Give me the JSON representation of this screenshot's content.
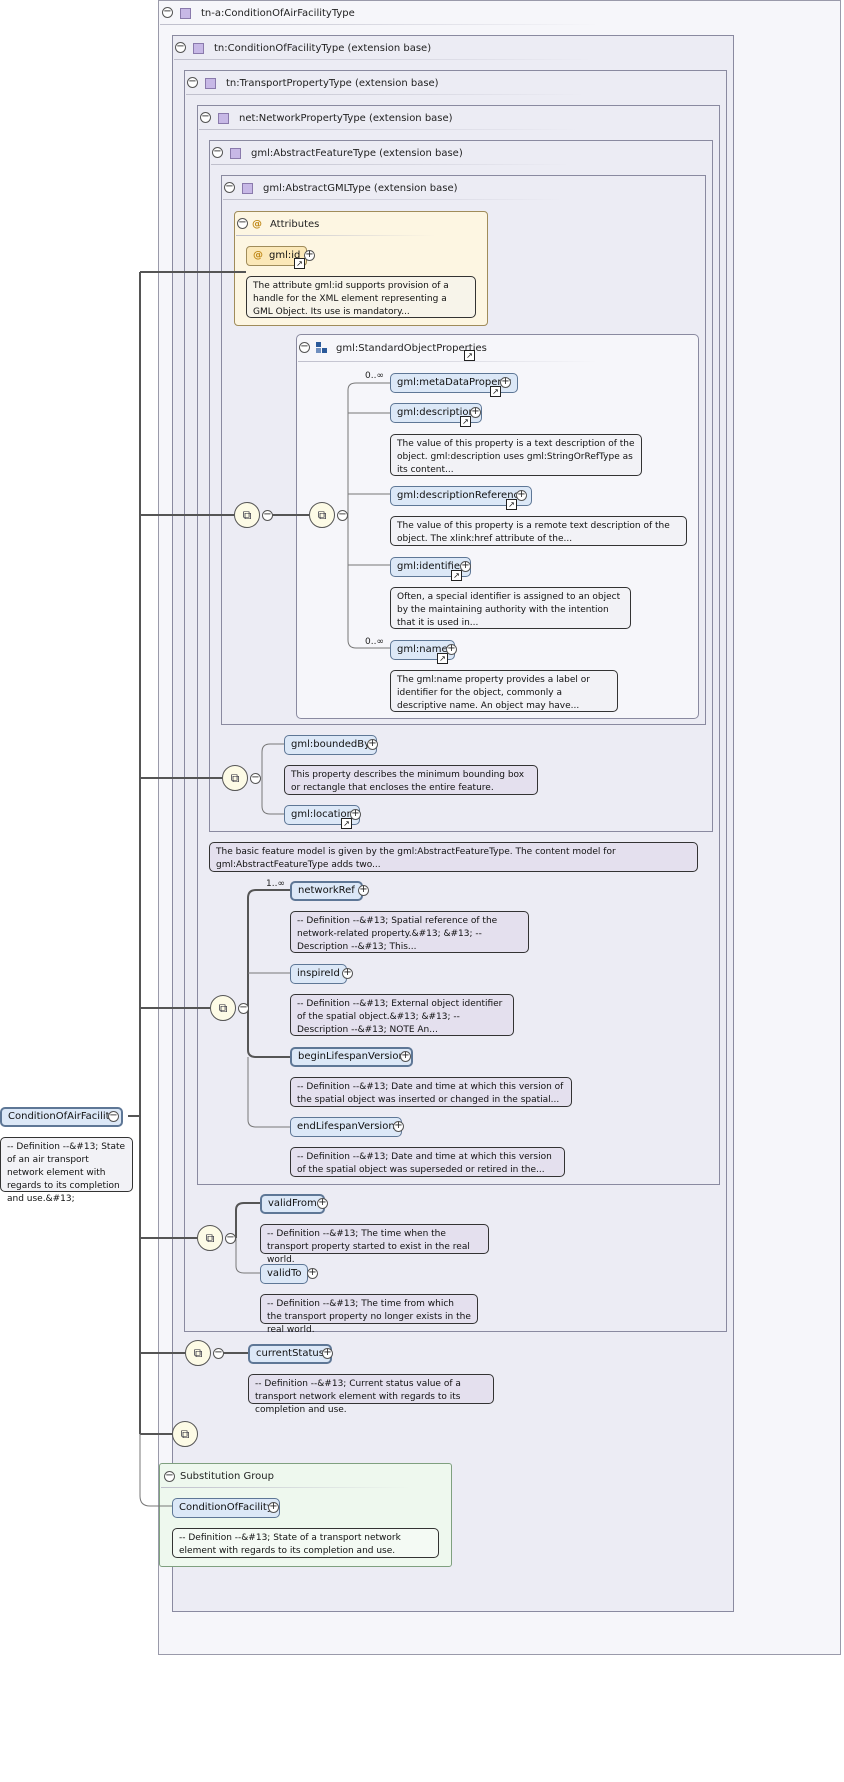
{
  "root": {
    "name": "ConditionOfAirFacility",
    "annotation": "-- Definition --&#13; State of an air transport network element with regards to its completion and use.&#13;"
  },
  "types": {
    "t1": "tn-a:ConditionOfAirFacilityType",
    "t2": "tn:ConditionOfFacilityType (extension base)",
    "t3": "tn:TransportPropertyType (extension base)",
    "t4": "net:NetworkPropertyType (extension base)",
    "t5": "gml:AbstractFeatureType (extension base)",
    "t6": "gml:AbstractGMLType (extension base)"
  },
  "attributes": {
    "title": "Attributes",
    "gml_id": {
      "name": "gml:id",
      "annotation": "The attribute gml:id supports provision of a handle for the XML element representing a GML Object. Its use is mandatory..."
    }
  },
  "standard_object_properties": {
    "name": "gml:StandardObjectProperties",
    "items": [
      {
        "name": "gml:metaDataProperty",
        "card": "0..∞",
        "annotation": ""
      },
      {
        "name": "gml:description",
        "card": "",
        "annotation": "The value of this property is a text description of the object. gml:description uses gml:StringOrRefType as its content..."
      },
      {
        "name": "gml:descriptionReference",
        "card": "",
        "annotation": "The value of this property is a remote text description of the object. The xlink:href attribute of the..."
      },
      {
        "name": "gml:identifier",
        "card": "",
        "annotation": "Often, a special identifier is assigned to an object by the maintaining authority with the intention that it is used in..."
      },
      {
        "name": "gml:name",
        "card": "0..∞",
        "annotation": "The gml:name property provides a label or identifier for the object, commonly a descriptive name. An object may have..."
      }
    ]
  },
  "feature_items": [
    {
      "name": "gml:boundedBy",
      "annotation": "This property describes the minimum bounding box or rectangle that encloses the entire feature."
    },
    {
      "name": "gml:location",
      "annotation": ""
    }
  ],
  "abstract_feature_note": "The basic feature model is given by the gml:AbstractFeatureType. The content model for gml:AbstractFeatureType adds two...",
  "network_items": [
    {
      "name": "networkRef",
      "card": "1..∞",
      "annotation": "-- Definition --&#13; Spatial reference of the network-related property.&#13; &#13; -- Description --&#13; This..."
    },
    {
      "name": "inspireId",
      "card": "",
      "annotation": "-- Definition --&#13; External object identifier of the spatial object.&#13; &#13; -- Description --&#13; NOTE An..."
    },
    {
      "name": "beginLifespanVersion",
      "card": "",
      "annotation": "-- Definition --&#13; Date and time at which this version of the spatial object was inserted or changed in the spatial..."
    },
    {
      "name": "endLifespanVersion",
      "card": "",
      "annotation": "-- Definition --&#13; Date and time at which this version of the spatial object was superseded or retired in the..."
    }
  ],
  "transport_items": [
    {
      "name": "validFrom",
      "annotation": "-- Definition --&#13; The time when the transport property started to exist in the real world."
    },
    {
      "name": "validTo",
      "annotation": "-- Definition --&#13; The time from which the transport property no longer exists in the real world."
    }
  ],
  "condition_items": [
    {
      "name": "currentStatus",
      "annotation": "-- Definition --&#13; Current status value of a transport network element with regards to its completion and use."
    }
  ],
  "substitution": {
    "title": "Substitution Group",
    "name": "ConditionOfFacility",
    "annotation": "-- Definition --&#13; State of a transport network element with regards to its completion and use."
  }
}
